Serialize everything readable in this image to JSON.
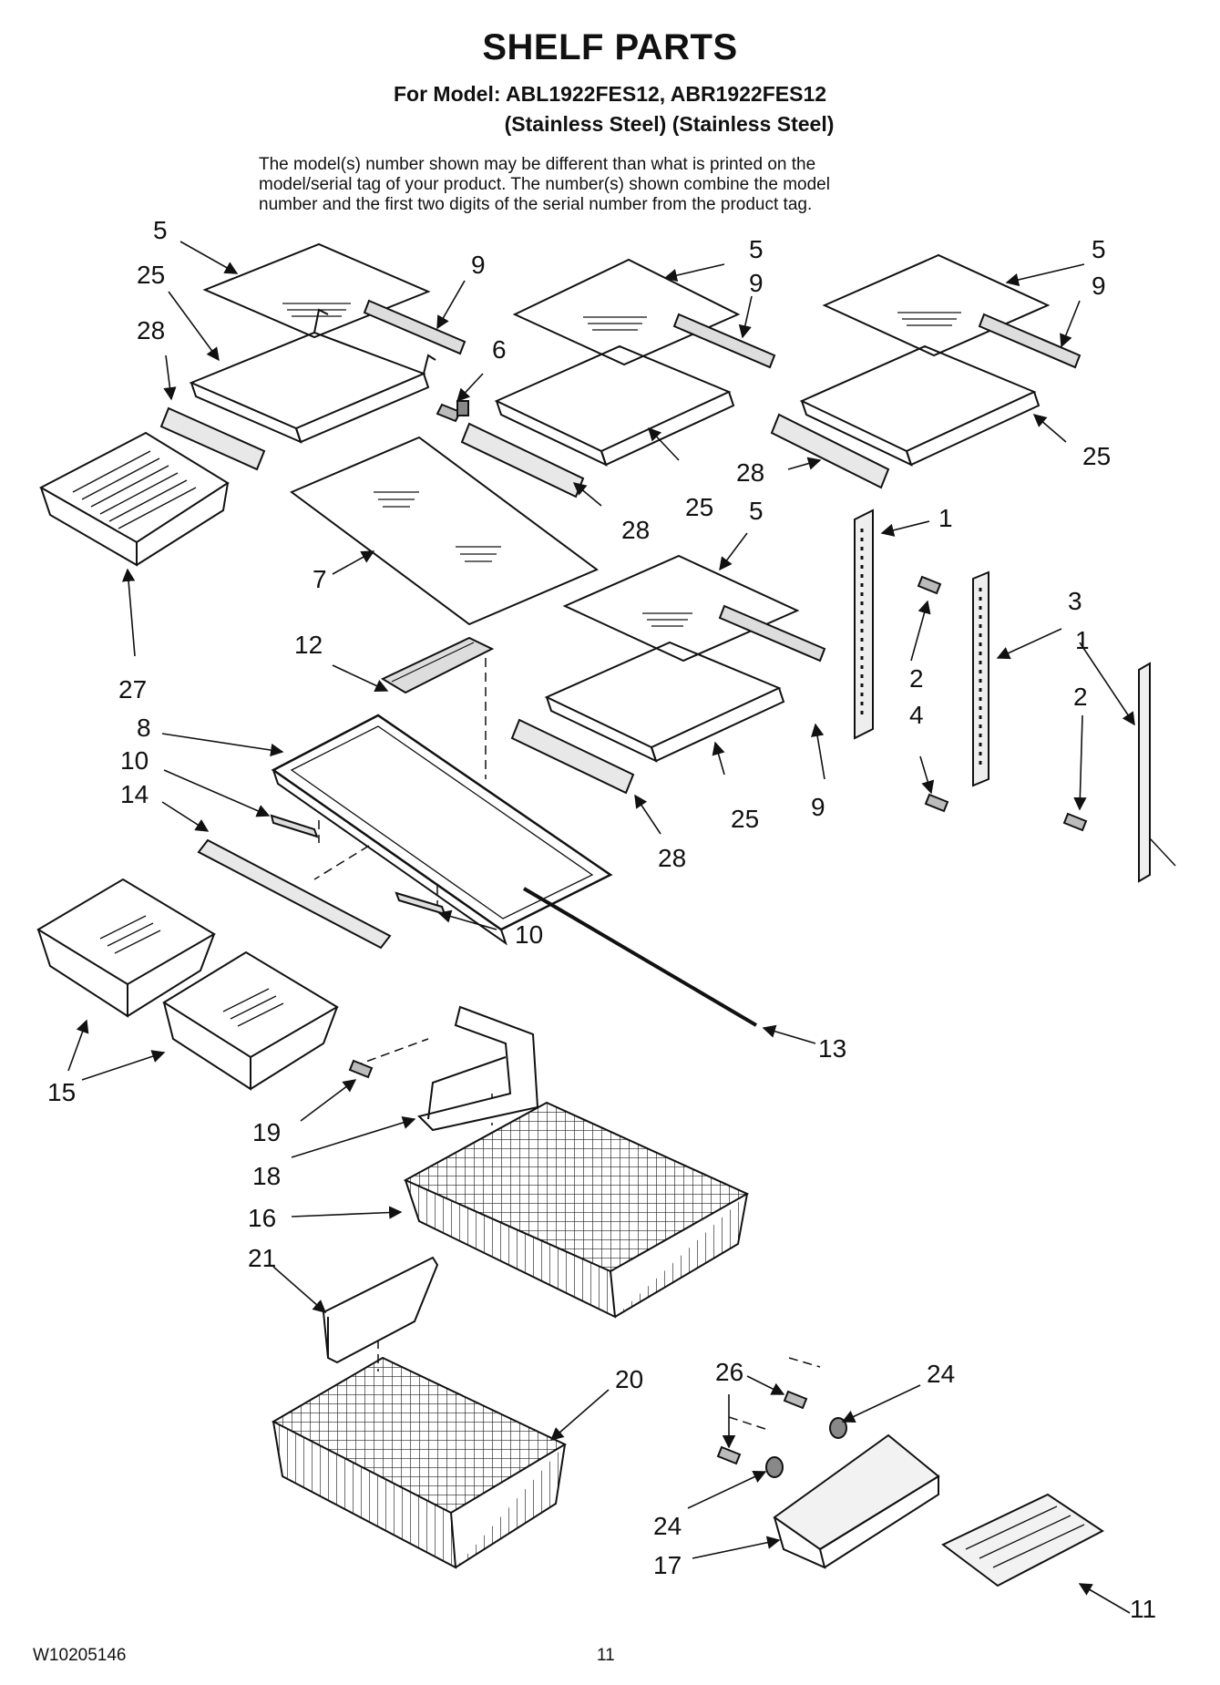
{
  "title": "SHELF PARTS",
  "model_line": "For Model: ABL1922FES12, ABR1922FES12",
  "finish_line": "(Stainless Steel) (Stainless Steel)",
  "note_lines": [
    "The model(s) number shown may be different than what is printed on the",
    "model/serial tag of your product. The number(s) shown combine the model",
    "number and the first two digits of the serial number from the product tag."
  ],
  "footer": {
    "doc_number": "W10205146",
    "page_number": "11"
  },
  "callouts": [
    "5",
    "25",
    "28",
    "9",
    "6",
    "5",
    "9",
    "5",
    "9",
    "25",
    "28",
    "25",
    "28",
    "7",
    "27",
    "5",
    "1",
    "2",
    "3",
    "4",
    "1",
    "2",
    "12",
    "8",
    "10",
    "14",
    "10",
    "25",
    "28",
    "9",
    "15",
    "13",
    "19",
    "18",
    "16",
    "21",
    "20",
    "26",
    "24",
    "24",
    "17",
    "11"
  ]
}
